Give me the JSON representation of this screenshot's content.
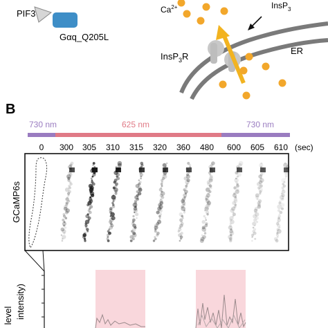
{
  "panelA": {
    "pif3": "PIF3",
    "gaq": "Gαq_Q205L",
    "ca": "Ca",
    "ca_sup": "2+",
    "insp3_top": "InsP",
    "insp3_top_sub": "3",
    "insp3r": "InsP",
    "insp3r_sub": "3",
    "insp3r_suffix": "R",
    "er": "ER"
  },
  "panelB": {
    "label": "B",
    "light_bar": [
      {
        "text": "730 nm",
        "color": "#9a7cc0"
      },
      {
        "text": "625 nm",
        "color": "#e07a86"
      },
      {
        "text": "730 nm",
        "color": "#9a7cc0"
      }
    ],
    "timepoints": [
      "0",
      "300",
      "305",
      "310",
      "315",
      "320",
      "360",
      "480",
      "600",
      "605",
      "610"
    ],
    "time_unit": "(sec)",
    "row_label": "GCaMP6s",
    "yaxis_label_1": "level",
    "yaxis_label_2": "intensity)"
  },
  "colors": {
    "calcium": "#f2a72b",
    "membrane": "#7a7a7a",
    "arrow": "#f2b320",
    "gaq_fill": "#3e8ec7",
    "red_light": "#e07a86",
    "far_red_light": "#9a7cc0",
    "shade": "#f9d7dc"
  }
}
